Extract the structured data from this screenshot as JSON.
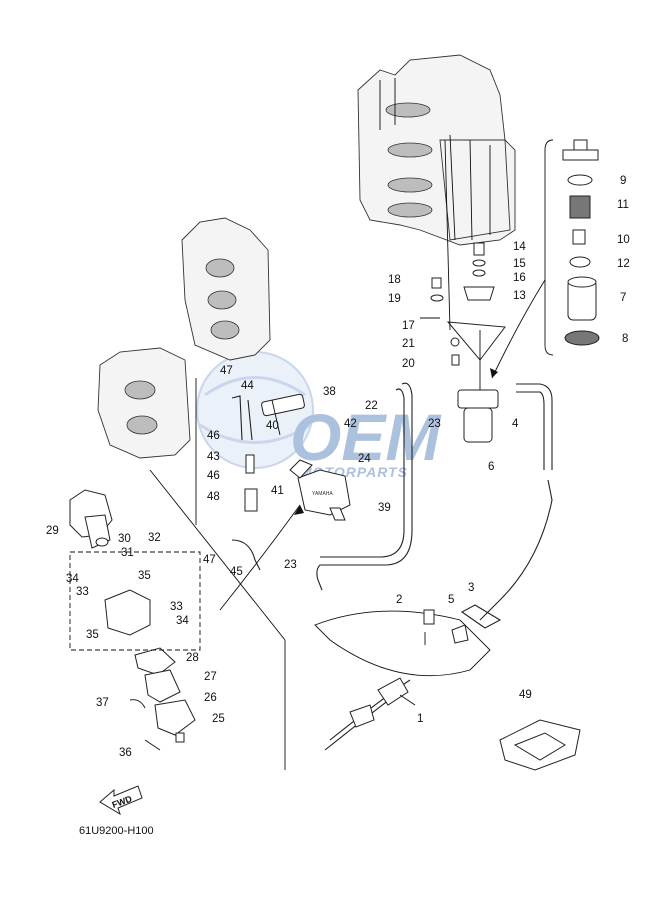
{
  "diagram_code": "61U9200-H100",
  "fwd_label": "FWD",
  "watermark": {
    "brand": "OEM",
    "sub": "MOTORPARTS"
  },
  "colors": {
    "line": "#111111",
    "watermark_blue": "#6a8fc4"
  },
  "callouts": [
    "1",
    "2",
    "3",
    "4",
    "5",
    "6",
    "7",
    "8",
    "9",
    "10",
    "11",
    "12",
    "13",
    "14",
    "15",
    "16",
    "17",
    "18",
    "19",
    "20",
    "21",
    "22",
    "23",
    "23",
    "24",
    "25",
    "26",
    "27",
    "28",
    "29",
    "30",
    "31",
    "32",
    "33",
    "33",
    "34",
    "34",
    "35",
    "35",
    "36",
    "37",
    "38",
    "39",
    "40",
    "41",
    "42",
    "43",
    "44",
    "45",
    "46",
    "46",
    "47",
    "47",
    "48",
    "49"
  ]
}
